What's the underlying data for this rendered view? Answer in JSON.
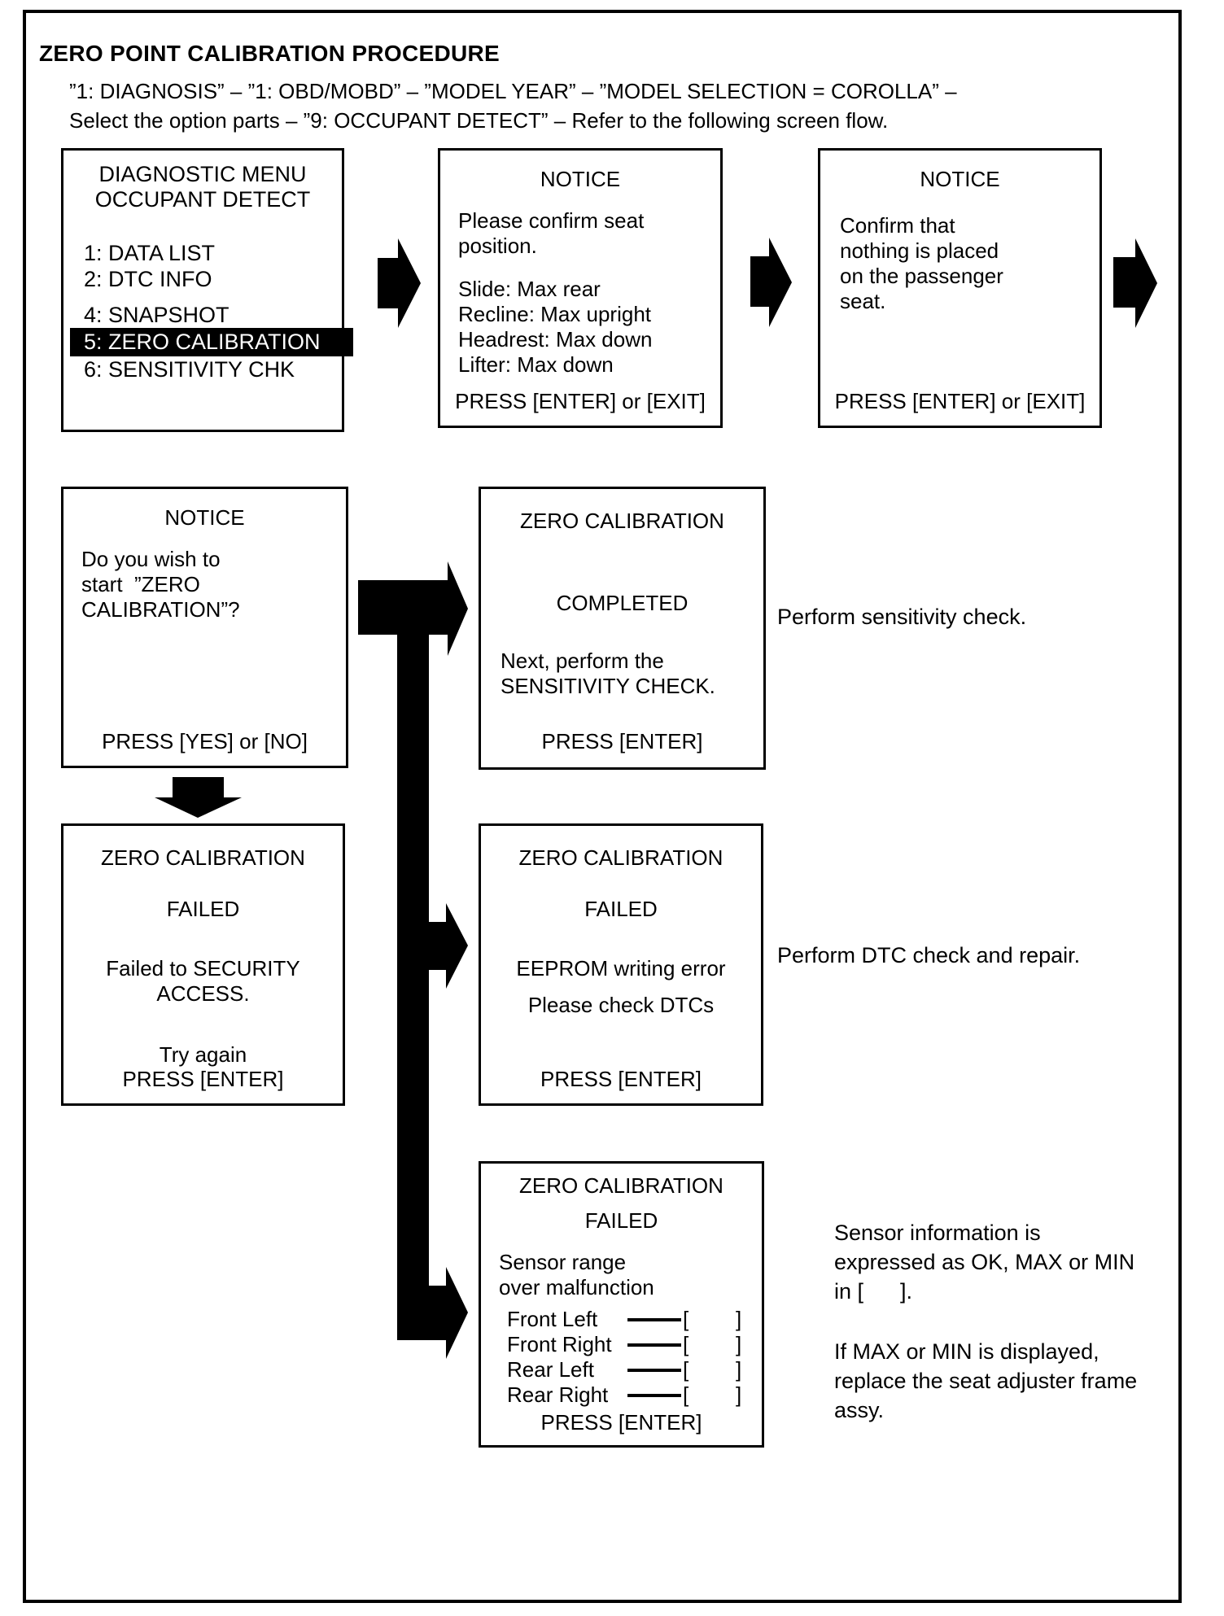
{
  "page": {
    "title": "ZERO POINT CALIBRATION PROCEDURE",
    "subtitle_line1": "”1: DIAGNOSIS” – ”1: OBD/MOBD” – ”MODEL YEAR” – ”MODEL SELECTION = COROLLA” –",
    "subtitle_line2": "Select the option parts – ”9: OCCUPANT DETECT” – Refer to the following screen flow."
  },
  "diagnostic_menu": {
    "title": "DIAGNOSTIC MENU\nOCCUPANT DETECT",
    "items": [
      {
        "label": "1: DATA LIST",
        "highlighted": false
      },
      {
        "label": "2: DTC INFO",
        "highlighted": false
      },
      {
        "label": "4: SNAPSHOT",
        "highlighted": false
      },
      {
        "label": "5: ZERO CALIBRATION",
        "highlighted": true
      },
      {
        "label": "6: SENSITIVITY CHK",
        "highlighted": false
      }
    ]
  },
  "notice_seat_position": {
    "title": "NOTICE",
    "body": "Please confirm seat\nposition.",
    "settings": "Slide: Max rear\nRecline: Max upright\nHeadrest: Max down\nLifter: Max down",
    "footer": "PRESS [ENTER] or [EXIT]"
  },
  "notice_empty_seat": {
    "title": "NOTICE",
    "body": "Confirm that\nnothing is placed\non the passenger\nseat.",
    "footer": "PRESS [ENTER] or [EXIT]"
  },
  "notice_start": {
    "title": "NOTICE",
    "body": "Do you wish to\nstart  ”ZERO\nCALIBRATION”?",
    "footer": "PRESS [YES] or [NO]"
  },
  "completed_screen": {
    "title": "ZERO CALIBRATION",
    "status": "COMPLETED",
    "body": "Next, perform the\nSENSITIVITY CHECK.",
    "footer": "PRESS [ENTER]"
  },
  "failed_security_screen": {
    "title": "ZERO CALIBRATION",
    "status": "FAILED",
    "body": "Failed to SECURITY\nACCESS.",
    "retry": "Try again",
    "footer": "PRESS [ENTER]"
  },
  "failed_eeprom_screen": {
    "title": "ZERO CALIBRATION",
    "status": "FAILED",
    "error": "EEPROM writing error",
    "hint": "Please check DTCs",
    "footer": "PRESS [ENTER]"
  },
  "failed_sensor_screen": {
    "title": "ZERO CALIBRATION",
    "status": "FAILED",
    "body": "Sensor range\nover malfunction",
    "rows": [
      {
        "label": "Front Left"
      },
      {
        "label": "Front Right"
      },
      {
        "label": "Rear Left"
      },
      {
        "label": "Rear Right"
      }
    ],
    "bracket": "[        ]",
    "footer": "PRESS [ENTER]"
  },
  "notes": {
    "completed": "Perform sensitivity check.",
    "eeprom": "Perform DTC check and repair.",
    "sensor_info": "Sensor information is\nexpressed as OK, MAX or MIN\nin [      ].",
    "sensor_action": "If MAX or MIN is displayed,\nreplace the seat adjuster frame\nassy."
  },
  "colors": {
    "ink": "#000000",
    "paper": "#ffffff"
  }
}
